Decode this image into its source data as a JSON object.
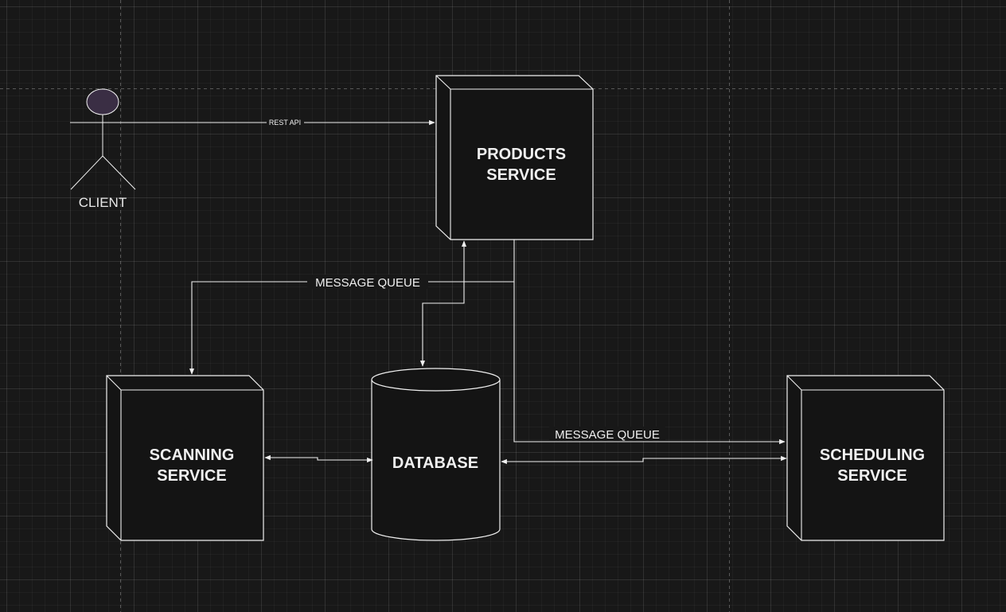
{
  "nodes": {
    "client": {
      "label": "CLIENT",
      "fill": "#3a2e44"
    },
    "products": {
      "line1": "PRODUCTS",
      "line2": "SERVICE"
    },
    "scanning": {
      "line1": "SCANNING",
      "line2": "SERVICE"
    },
    "database": {
      "label": "DATABASE"
    },
    "scheduling": {
      "line1": "SCHEDULING",
      "line2": "SERVICE"
    }
  },
  "edges": {
    "rest_api": "REST API",
    "queue_to_scanning": "MESSAGE QUEUE",
    "queue_to_scheduling": "MESSAGE QUEUE"
  },
  "colors": {
    "background": "#181818",
    "stroke": "#f0f0f0",
    "box_fill": "#141414"
  }
}
